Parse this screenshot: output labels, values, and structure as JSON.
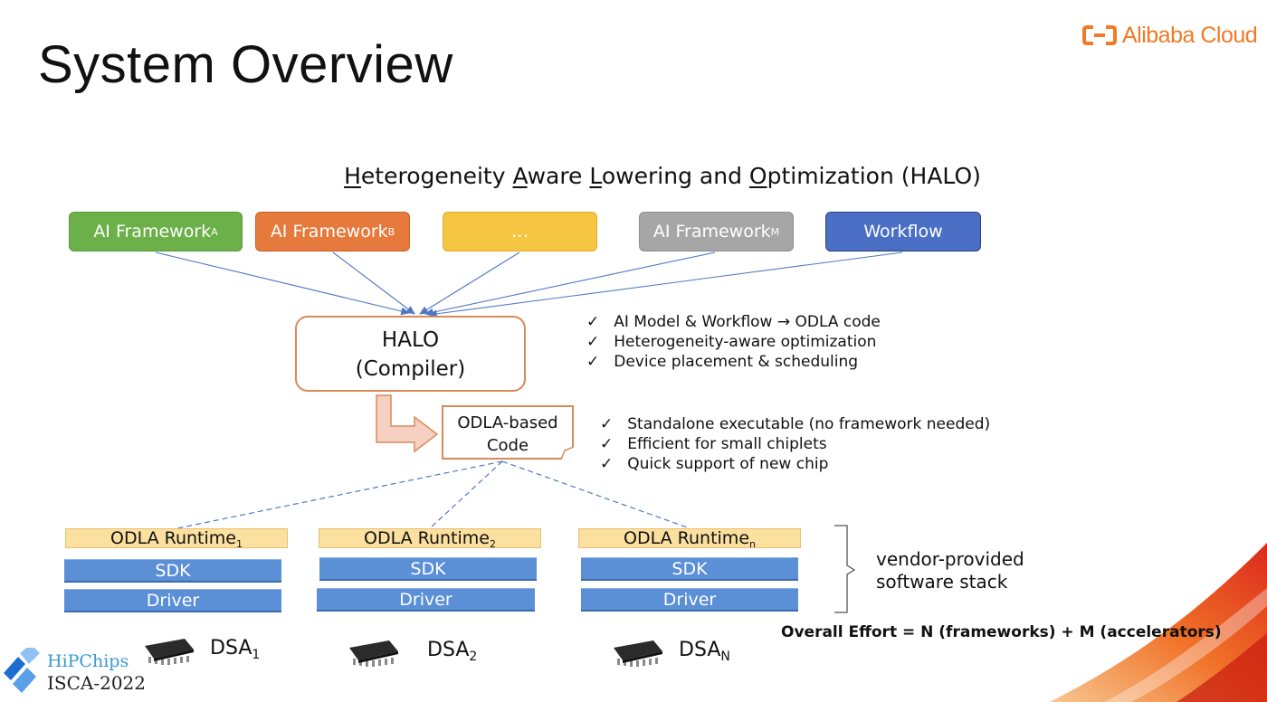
{
  "slide": {
    "title": "System Overview",
    "logo_text": "Alibaba Cloud",
    "halo_heading": {
      "parts": [
        {
          "u": "H",
          "t": "eterogeneity "
        },
        {
          "u": "A",
          "t": "ware "
        },
        {
          "u": "L",
          "t": "owering and "
        },
        {
          "u": "O",
          "t": "ptimization (HALO)"
        }
      ]
    },
    "frameworks": [
      {
        "label": "AI Framework",
        "sub": "A",
        "color": "#6bb048"
      },
      {
        "label": "AI Framework",
        "sub": "B",
        "color": "#e57a3c"
      },
      {
        "label": "…",
        "sub": "",
        "color": "#f6c542"
      },
      {
        "label": "AI Framework",
        "sub": "M",
        "color": "#a6a6a6"
      },
      {
        "label": "Workflow",
        "sub": "",
        "color": "#4a6fc4"
      }
    ],
    "halo_box": {
      "line1": "HALO",
      "line2": "(Compiler)"
    },
    "odla_code": {
      "line1": "ODLA-based",
      "line2": "Code"
    },
    "halo_checks": [
      "AI Model & Workflow → ODLA code",
      "Heterogeneity-aware optimization",
      "Device placement & scheduling"
    ],
    "odla_checks": [
      "Standalone executable (no framework needed)",
      "Efficient for small chiplets",
      "Quick support of new chip"
    ],
    "check_glyph": "✓",
    "stacks": [
      {
        "runtime": "ODLA Runtime",
        "sub": "1",
        "sdk": "SDK",
        "driver": "Driver",
        "dsa": "DSA",
        "dsa_sub": "1"
      },
      {
        "runtime": "ODLA Runtime",
        "sub": "2",
        "sdk": "SDK",
        "driver": "Driver",
        "dsa": "DSA",
        "dsa_sub": "2"
      },
      {
        "runtime": "ODLA Runtime",
        "sub": "n",
        "sdk": "SDK",
        "driver": "Driver",
        "dsa": "DSA",
        "dsa_sub": "N"
      }
    ],
    "vendor_line1": "vendor-provided",
    "vendor_line2": "software stack",
    "effort": "Overall Effort = N (frameworks) + M (accelerators)",
    "conference_line1": "HiPChips",
    "conference_line2": "ISCA-2022"
  }
}
